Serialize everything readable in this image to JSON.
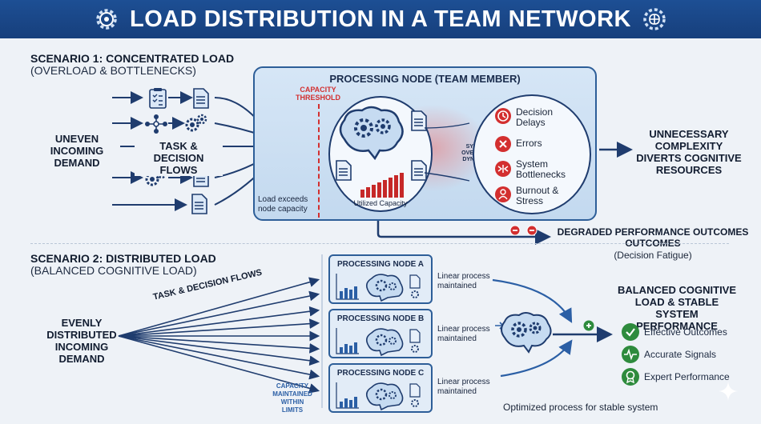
{
  "header": {
    "title": "LOAD DISTRIBUTION IN A TEAM NETWORK",
    "left_icon": "gear-icon",
    "right_icon": "brain-chip-icon"
  },
  "scenario1": {
    "title": "SCENARIO 1: CONCENTRATED LOAD",
    "subtitle": "(OVERLOAD & BOTTLENECKS)",
    "input_label": [
      "UNEVEN",
      "INCOMING",
      "DEMAND"
    ],
    "flows_label": [
      "TASK & DECISION",
      "FLOWS"
    ],
    "node_title": "PROCESSING NODE (TEAM MEMBER)",
    "threshold_label": [
      "CAPACITY",
      "THRESHOLD"
    ],
    "exceeds_label": [
      "Load exceeds",
      "node capacity"
    ],
    "utilized_label": "Utilized Capacity",
    "dynamics_label": [
      "SYSTEM",
      "OVERLOAD",
      "DYNAMICS"
    ],
    "effects": [
      {
        "label": [
          "Decision",
          "Delays"
        ],
        "icon": "clock-icon"
      },
      {
        "label": [
          "Errors"
        ],
        "icon": "x-icon"
      },
      {
        "label": [
          "System",
          "Bottlenecks"
        ],
        "icon": "bottleneck-icon"
      },
      {
        "label": [
          "Burnout &",
          "Stress"
        ],
        "icon": "person-stress-icon"
      }
    ],
    "complexity_label": [
      "UNNECESSARY",
      "COMPLEXITY",
      "DIVERTS COGNITIVE",
      "RESOURCES"
    ],
    "degraded_label": [
      "DEGRADED PERFORMANCE OUTCOMES",
      "OUTCOMES"
    ],
    "degraded_sub": "(Decision Fatigue)"
  },
  "scenario2": {
    "title": "SCENARIO 2: DISTRIBUTED LOAD",
    "subtitle": "(BALANCED COGNITIVE LOAD)",
    "input_label": [
      "EVENLY",
      "DISTRIBUTED",
      "INCOMING",
      "DEMAND"
    ],
    "flows_label": "TASK & DECISION FLOWS",
    "capacity_label": [
      "CAPACITY",
      "MAINTAINED",
      "WITHIN",
      "LIMITS"
    ],
    "nodes": [
      {
        "title": "PROCESSING NODE A",
        "process": [
          "Linear process",
          "maintained"
        ]
      },
      {
        "title": "PROCESSING NODE B",
        "process": [
          "Linear process",
          "maintained"
        ]
      },
      {
        "title": "PROCESSING NODE C",
        "process": [
          "Linear process",
          "maintained"
        ]
      }
    ],
    "result_title": [
      "BALANCED COGNITIVE",
      "LOAD & STABLE SYSTEM",
      "PERFORMANCE"
    ],
    "outcomes": [
      {
        "label": "Effective Outcomes",
        "icon": "check-icon"
      },
      {
        "label": "Accurate Signals",
        "icon": "pulse-icon"
      },
      {
        "label": "Expert Performance",
        "icon": "award-icon"
      }
    ],
    "footer": "Optimized process for stable system"
  },
  "colors": {
    "navy": "#1d4f94",
    "red": "#d32f2f",
    "green": "#2e8b3d",
    "dark": "#17243d"
  }
}
